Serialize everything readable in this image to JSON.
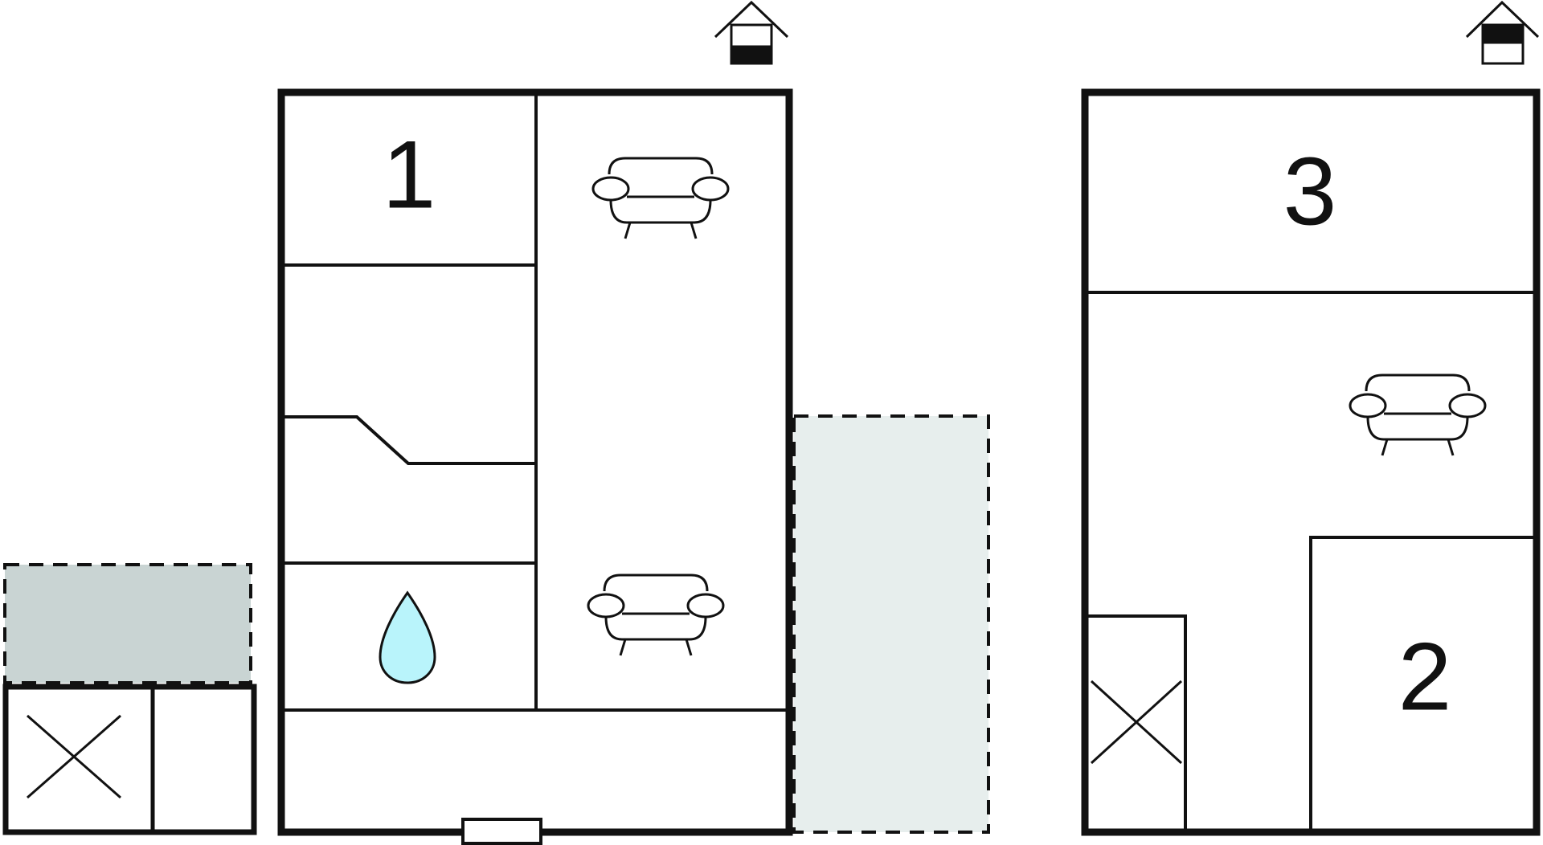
{
  "rooms": [
    {
      "label": "1"
    },
    {
      "label": "2"
    },
    {
      "label": "3"
    }
  ],
  "icons": {
    "floor_up": "house-floor-icon",
    "floor_down": "house-floor-icon",
    "sofa": "sofa-icon",
    "bathroom": "water-drop-icon",
    "storage": "cross-box-icon",
    "entrance": "door-icon"
  },
  "colors": {
    "wall": "#111111",
    "terrace_gray": "#c9d4d3",
    "terrace_light": "#e7eeed",
    "water": "#b9f4fb"
  }
}
